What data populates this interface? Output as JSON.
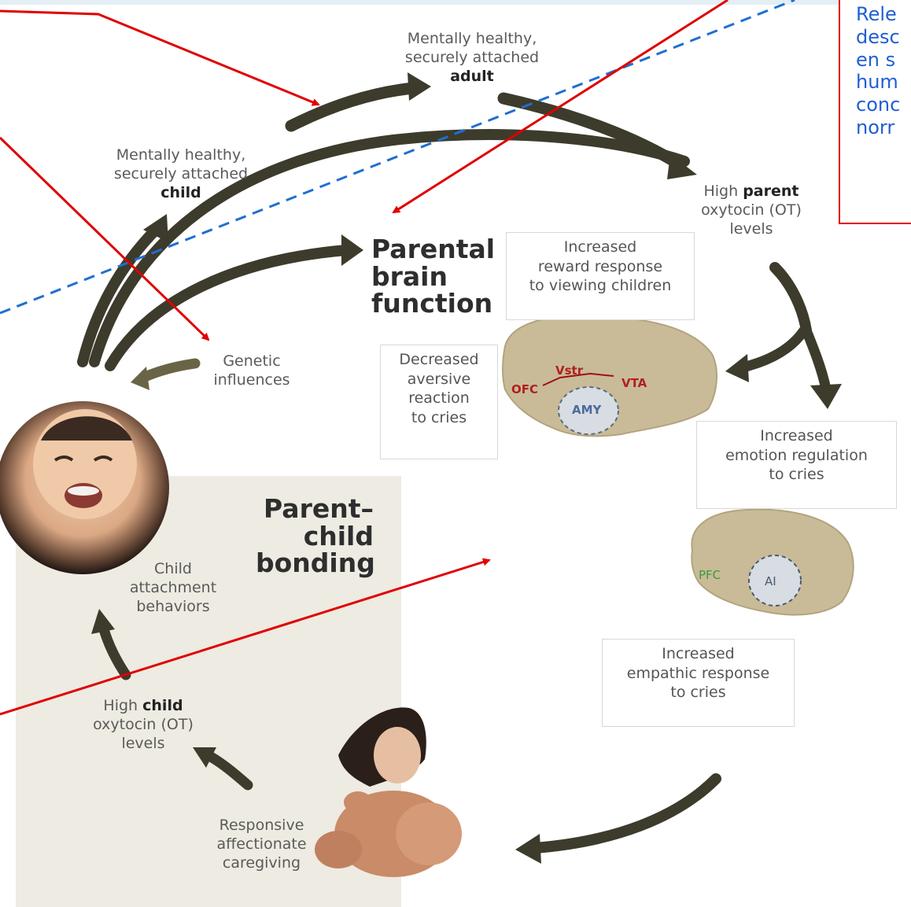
{
  "nodes": {
    "adult": {
      "line1": "Mentally healthy,",
      "line2": "securely attached",
      "bold": "adult"
    },
    "child_top": {
      "line1": "Mentally healthy,",
      "line2": "securely attached",
      "bold": "child"
    },
    "parent_ot": {
      "pre": "High",
      "bold": "parent",
      "line2": "oxytocin (OT)",
      "line3": "levels"
    },
    "parental_brain": {
      "line1": "Parental",
      "line2": "brain",
      "line3": "function"
    },
    "reward": {
      "line1": "Increased",
      "line2": "reward response",
      "line3": "to viewing children"
    },
    "aversive": {
      "line1": "Decreased",
      "line2": "aversive",
      "line3": "reaction",
      "line4": "to cries"
    },
    "genetic": {
      "line1": "Genetic",
      "line2": "influences"
    },
    "emotion": {
      "line1": "Increased",
      "line2": "emotion regulation",
      "line3": "to cries"
    },
    "empathic": {
      "line1": "Increased",
      "line2": "empathic response",
      "line3": "to cries"
    },
    "bonding": {
      "line1": "Parent–",
      "line2": "child",
      "line3": "bonding"
    },
    "attachment": {
      "line1": "Child",
      "line2": "attachment",
      "line3": "behaviors"
    },
    "child_ot": {
      "pre": "High",
      "bold": "child",
      "line2": "oxytocin (OT)",
      "line3": "levels"
    },
    "caregiving": {
      "line1": "Responsive",
      "line2": "affectionate",
      "line3": "caregiving"
    }
  },
  "brain_regions": {
    "vstr": "Vstr",
    "vta": "VTA",
    "ofc": "OFC",
    "amy": "AMY",
    "pfc": "PFC",
    "ai": "AI"
  },
  "note": {
    "lines": [
      "Rele",
      "desc",
      "en s",
      "hum",
      "conc",
      "norr"
    ]
  },
  "colors": {
    "arrow": "#3d3b2b",
    "annotation_red": "#e00000",
    "dashed_blue": "#1f6fd1",
    "note_text": "#1f5fd1",
    "brain": "#c9bb98",
    "panel": "#eeebe2"
  }
}
